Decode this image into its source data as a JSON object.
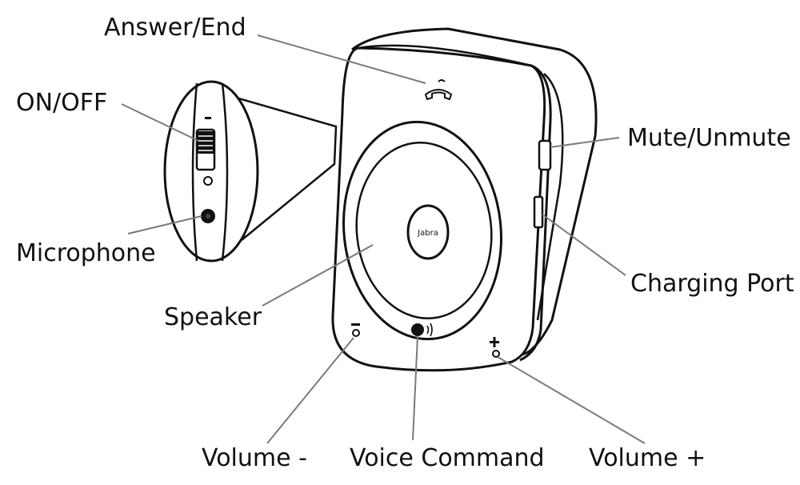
{
  "brand": "Jabra",
  "labels": {
    "answer_end": "Answer/End",
    "on_off": "ON/OFF",
    "microphone": "Microphone",
    "speaker": "Speaker",
    "mute_unmute": "Mute/Unmute",
    "charging_port": "Charging Port",
    "volume_down": "Volume -",
    "voice_command": "Voice Command",
    "volume_up": "Volume +"
  },
  "colors": {
    "outline": "#111111",
    "leader_line": "#7a7a7a",
    "background": "#ffffff"
  }
}
